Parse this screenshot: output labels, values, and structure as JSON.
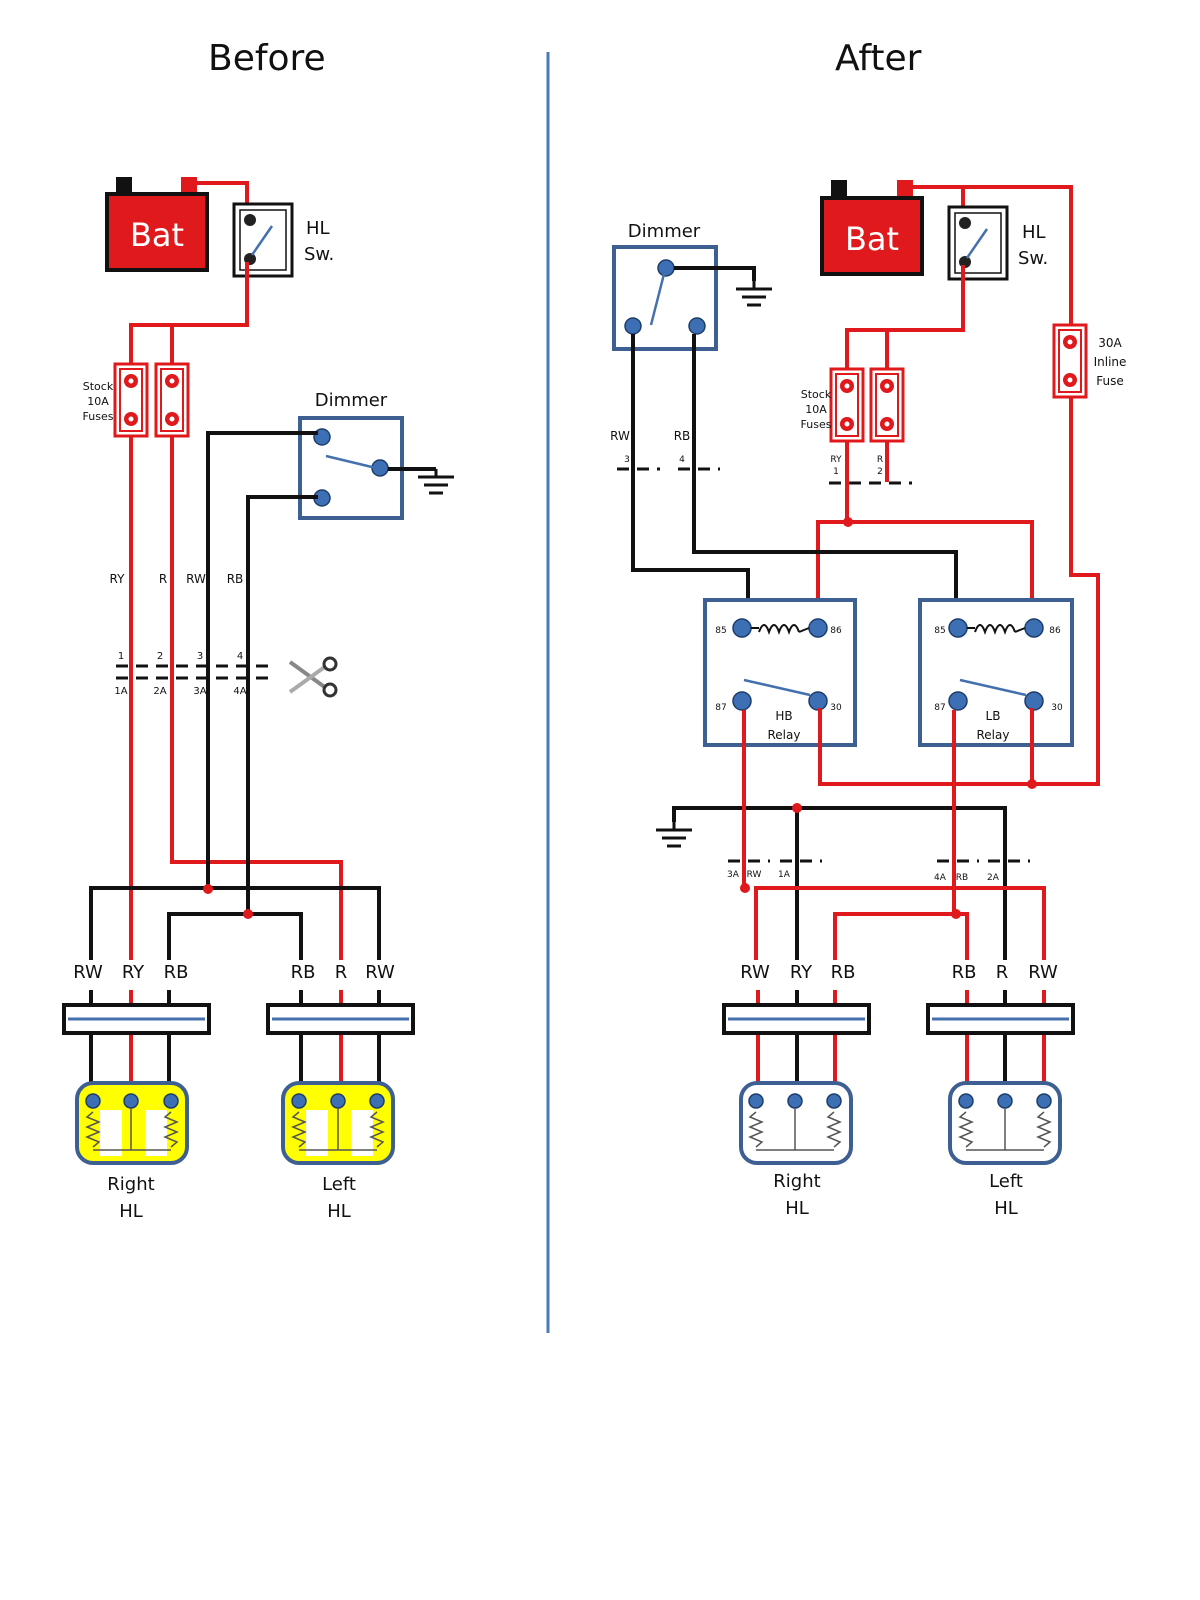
{
  "titles": {
    "before": "Before",
    "after": "After"
  },
  "labels": {
    "bat": "Bat",
    "hl_switch": [
      "HL",
      "Sw."
    ],
    "dimmer": "Dimmer",
    "stock_fuses": [
      "Stock",
      "10A",
      "Fuses"
    ],
    "inline_fuse": [
      "30A",
      "Inline",
      "Fuse"
    ],
    "hb_relay": [
      "HB",
      "Relay"
    ],
    "lb_relay": [
      "LB",
      "Relay"
    ],
    "right_hl": [
      "Right",
      "HL"
    ],
    "left_hl": [
      "Left",
      "HL"
    ]
  },
  "wire_colors": [
    "RY",
    "R",
    "RW",
    "RB"
  ],
  "connector_pins": [
    "1",
    "2",
    "3",
    "4"
  ],
  "connector_pins_a": [
    "1A",
    "2A",
    "3A",
    "4A"
  ],
  "plug_labels_right": [
    "RW",
    "RY",
    "RB"
  ],
  "plug_labels_left": [
    "RB",
    "R",
    "RW"
  ],
  "relay_pins": [
    "85",
    "86",
    "87",
    "30"
  ],
  "after_fuse_tags": [
    "RY",
    "1",
    "R",
    "2"
  ],
  "after_dimmer_tags": [
    "RW",
    "3",
    "RB",
    "4"
  ],
  "after_lower_tags_right": [
    "3A",
    "RW",
    "1A"
  ],
  "after_lower_tags_left": [
    "4A",
    "RB",
    "2A"
  ],
  "colors": {
    "wire_red": "#e0191c",
    "wire_black": "#111111",
    "box_blue": "#3e5f92",
    "lamp_yellow": "#ffff00",
    "divider": "#4a7ab8"
  }
}
